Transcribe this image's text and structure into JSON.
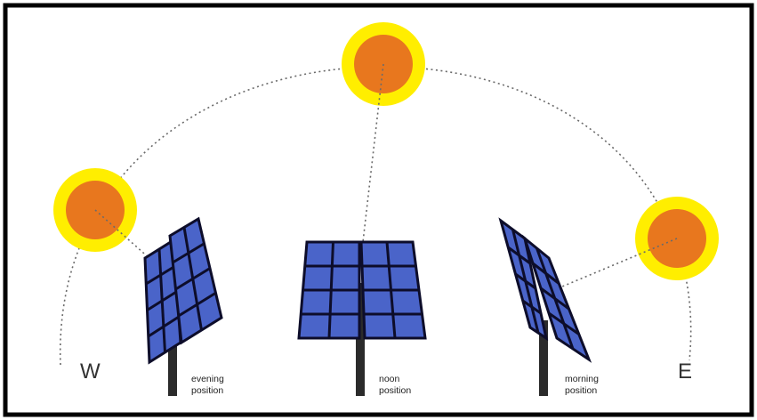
{
  "directions": {
    "west": "W",
    "east": "E"
  },
  "labels": {
    "evening": [
      "evening",
      "position"
    ],
    "noon": [
      "noon",
      "position"
    ],
    "morning": [
      "morning",
      "position"
    ]
  },
  "colors": {
    "border": "#000000",
    "sun_core": "#e8771e",
    "sun_halo": "#ffee00",
    "panel_fill": "#4a64c9",
    "panel_grid": "#0d0d2a",
    "pole": "#2b2b2b",
    "path": "#6a6a6a"
  }
}
